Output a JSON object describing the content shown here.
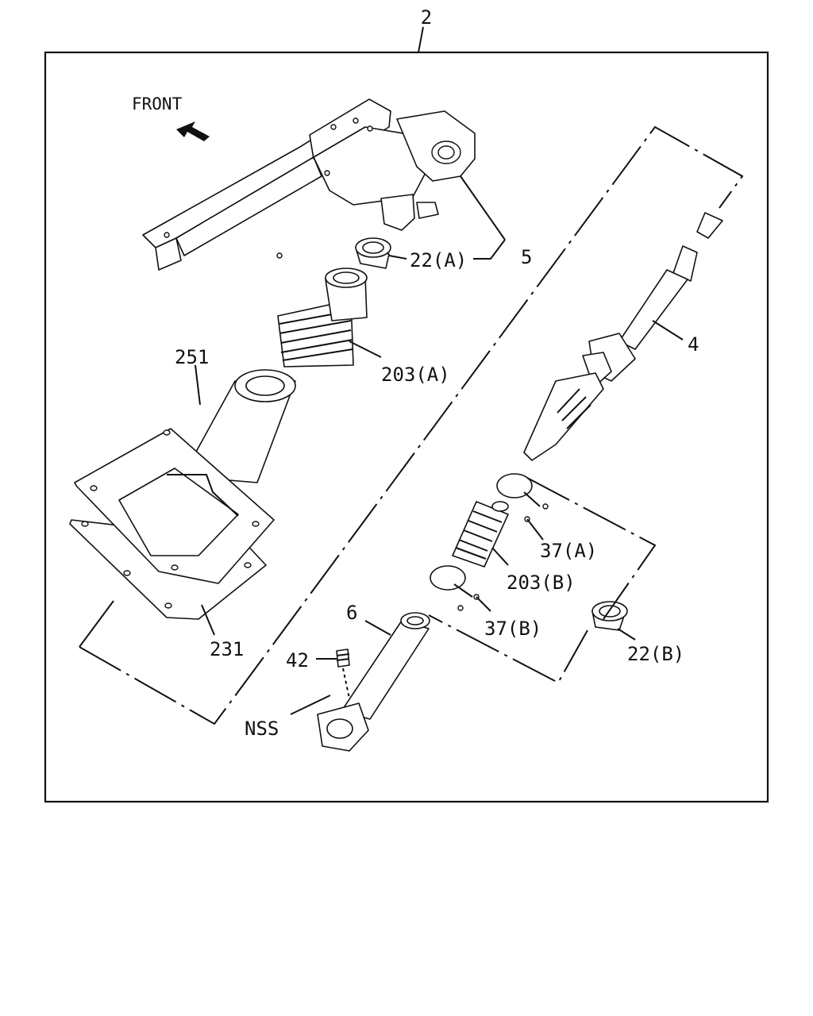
{
  "labels": {
    "assembly": "2",
    "front": "FRONT",
    "bracket": "5",
    "bushing_a": "22(A)",
    "boot_a": "203(A)",
    "shaft": "4",
    "knob_boot": "251",
    "plate": "231",
    "clip_a": "37(A)",
    "boot_b": "203(B)",
    "clip_b": "37(B)",
    "bushing_b": "22(B)",
    "lever": "6",
    "fitting": "42",
    "nss": "NSS"
  },
  "icons": [
    "front-arrow-icon"
  ]
}
